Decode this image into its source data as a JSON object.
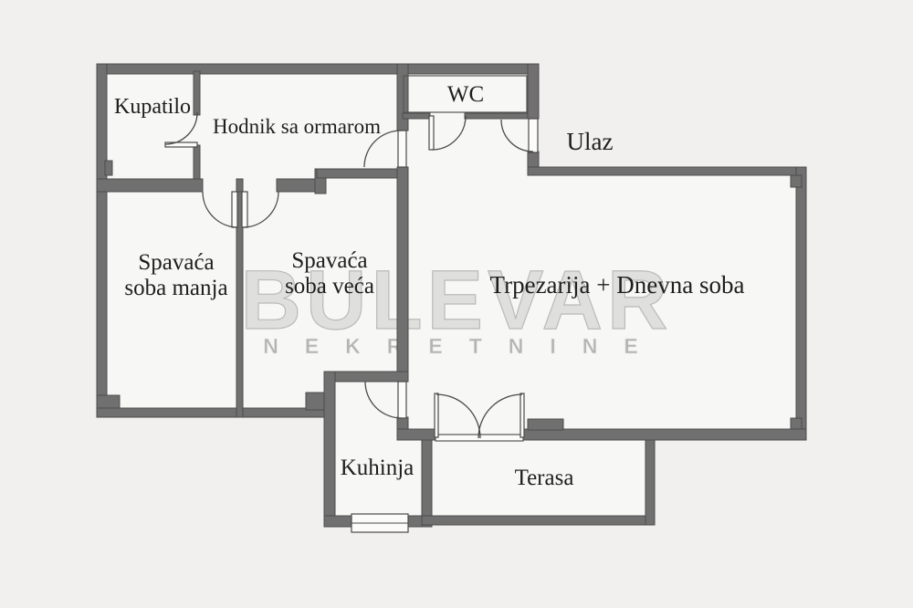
{
  "watermark": {
    "brand": "BULEVAR",
    "subtitle": "NEKRETNINE"
  },
  "rooms": {
    "kupatilo": "Kupatilo",
    "hodnik": "Hodnik sa ormarom",
    "wc": "WC",
    "ulaz": "Ulaz",
    "spavaca_manja_line1": "Spavaća",
    "spavaca_manja_line2": "soba manja",
    "spavaca_veca_line1": "Spavaća",
    "spavaca_veca_line2": "soba veća",
    "dnevna": "Trpezarija + Dnevna soba",
    "kuhinja": "Kuhinja",
    "terasa": "Terasa"
  },
  "colors": {
    "background": "#f1f0ee",
    "room_fill": "#f7f7f5",
    "wall": "#707070",
    "wall_outline": "#4d4d4d",
    "label_text": "#1e1e1e",
    "watermark": "#d9d9d8"
  }
}
